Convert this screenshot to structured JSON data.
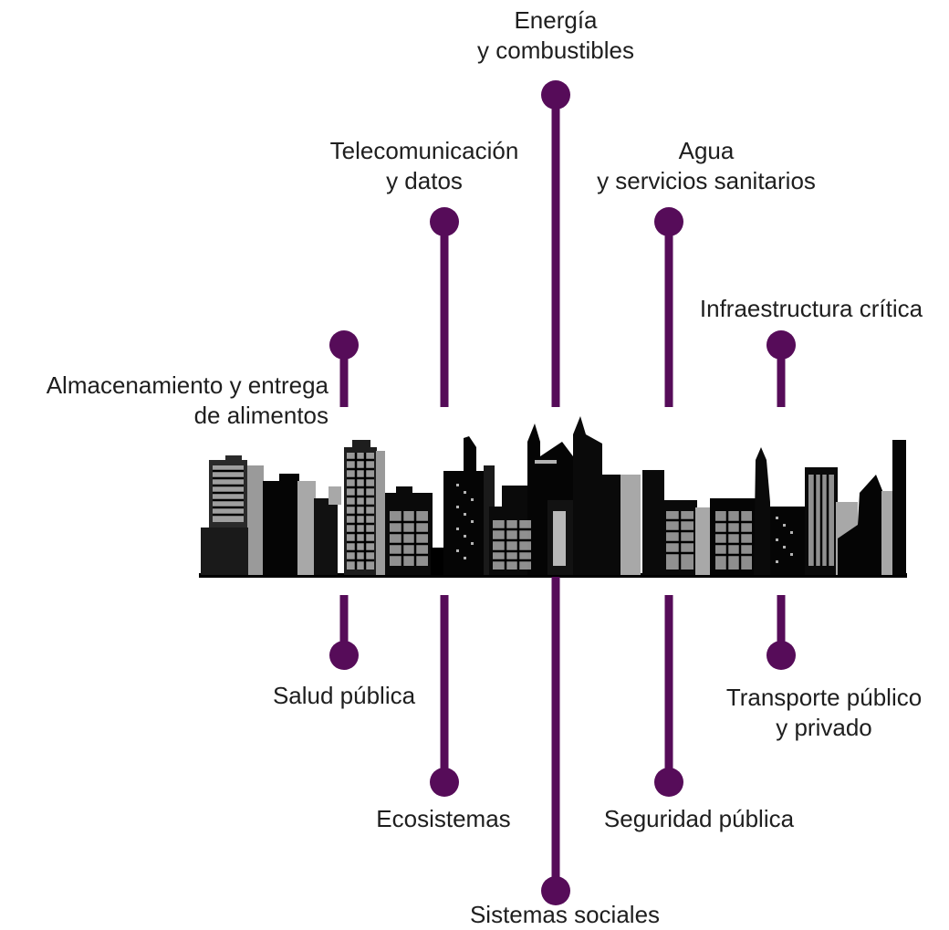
{
  "accent_color": "#560c59",
  "skyline": "city-skyline-silhouette",
  "labels": {
    "energia": [
      "Energía",
      "y combustibles"
    ],
    "telecom": [
      "Telecomunicación",
      "y datos"
    ],
    "agua": [
      "Agua",
      "y servicios sanitarios"
    ],
    "infraestructura": [
      "Infraestructura crítica"
    ],
    "alimentos": [
      "Almacenamiento y entrega",
      "de alimentos"
    ],
    "salud": [
      "Salud pública"
    ],
    "transporte": [
      "Transporte público",
      "y privado"
    ],
    "ecosistemas": [
      "Ecosistemas"
    ],
    "seguridad": [
      "Seguridad pública"
    ],
    "sociales": [
      "Sistemas sociales"
    ]
  }
}
